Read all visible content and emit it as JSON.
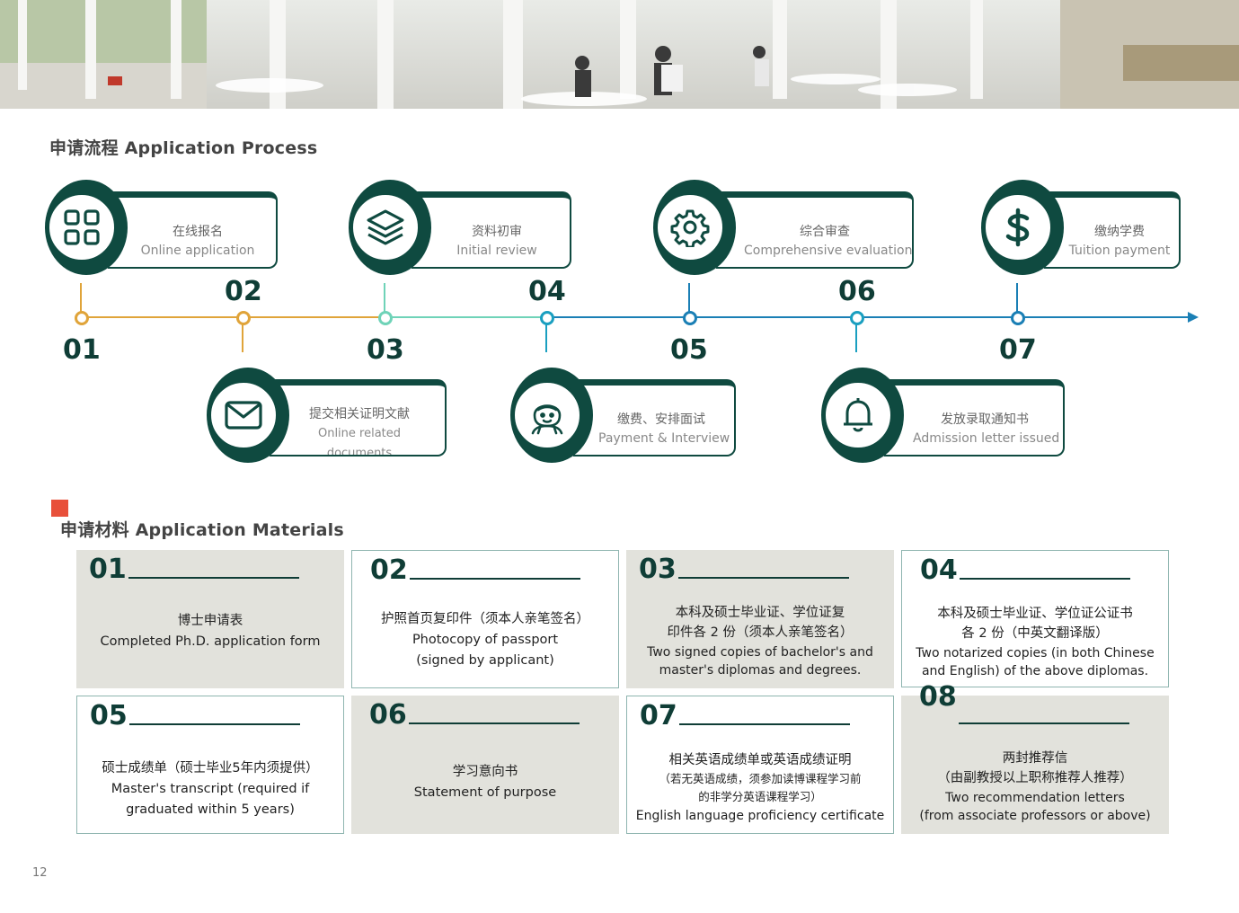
{
  "process": {
    "title": "申请流程 Application Process",
    "steps": [
      {
        "num": "01",
        "zh": "在线报名",
        "en": "Online application",
        "icon": "grid-apps-icon"
      },
      {
        "num": "02",
        "zh": "提交相关证明文献",
        "en": "Online related documents",
        "icon": "envelope-icon"
      },
      {
        "num": "03",
        "zh": "资料初审",
        "en": "Initial review",
        "icon": "layers-icon"
      },
      {
        "num": "04",
        "zh": "缴费、安排面试",
        "en": "Payment & Interview",
        "icon": "person-interview-icon"
      },
      {
        "num": "05",
        "zh": "综合审查",
        "en": "Comprehensive evaluation",
        "icon": "gear-icon"
      },
      {
        "num": "06",
        "zh": "发放录取通知书",
        "en": "Admission letter issued",
        "icon": "bell-icon"
      },
      {
        "num": "07",
        "zh": "缴纳学费",
        "en": "Tuition payment",
        "icon": "dollar-icon"
      }
    ],
    "colors": {
      "orange": "#e0a43a",
      "teal": "#6fd3b8",
      "blue": "#1a7fb5",
      "dark_green": "#0f4a40"
    }
  },
  "materials": {
    "title": "申请材料 Application Materials",
    "accent_color": "#e8503a",
    "items": [
      {
        "num": "01",
        "lines": [
          "博士申请表",
          "Completed Ph.D. application form"
        ]
      },
      {
        "num": "02",
        "lines": [
          "护照首页复印件（须本人亲笔签名）",
          "Photocopy of passport",
          "(signed by applicant)"
        ]
      },
      {
        "num": "03",
        "lines": [
          "本科及硕士毕业证、学位证复",
          "印件各 2 份（须本人亲笔签名）",
          "Two signed copies of bachelor's and",
          "master's diplomas and degrees."
        ]
      },
      {
        "num": "04",
        "lines": [
          "本科及硕士毕业证、学位证公证书",
          "各 2 份（中英文翻译版）",
          "Two notarized copies (in both Chinese",
          "and English) of the above diplomas."
        ]
      },
      {
        "num": "05",
        "lines": [
          "硕士成绩单（硕士毕业5年内须提供）",
          "Master's transcript (required if",
          "graduated within 5 years)"
        ]
      },
      {
        "num": "06",
        "lines": [
          "学习意向书",
          "Statement of purpose"
        ]
      },
      {
        "num": "07",
        "lines": [
          "相关英语成绩单或英语成绩证明",
          "（若无英语成绩，须参加读博课程学习前",
          "的非学分英语课程学习）",
          "English language proficiency certificate"
        ]
      },
      {
        "num": "08",
        "lines": [
          "两封推荐信",
          "（由副教授以上职称推荐人推荐）",
          "Two recommendation letters",
          "(from associate professors or above)"
        ]
      }
    ]
  },
  "page_number": "12"
}
